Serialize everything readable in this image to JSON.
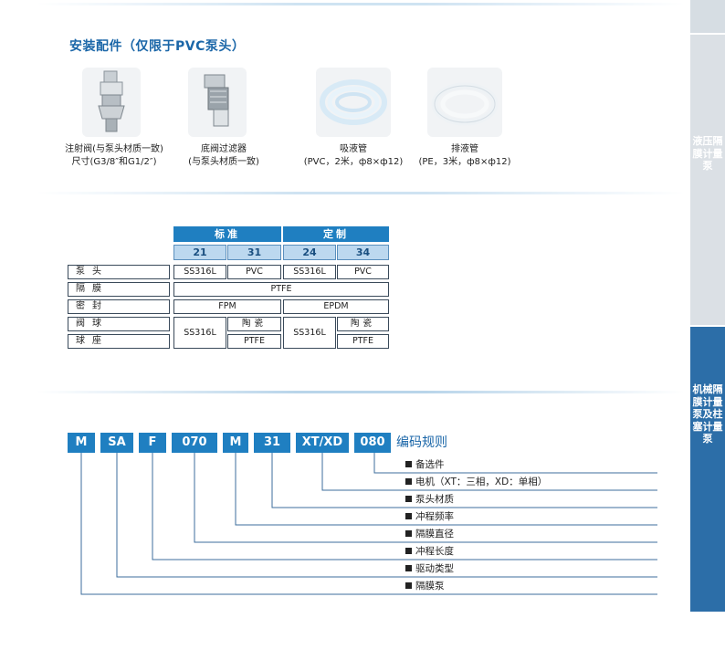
{
  "sidebar": {
    "upper_label": "液压隔膜计量泵",
    "lower_label": "机械隔膜计量泵及柱塞计量泵"
  },
  "accessories": {
    "title": "安装配件（仅限于PVC泵头）",
    "items": [
      {
        "line1": "注射阀(与泵头材质一致)",
        "line2": "尺寸(G3/8″和G1/2″)",
        "icon": "injection-valve-icon"
      },
      {
        "line1": "底阀过滤器",
        "line2": "(与泵头材质一致)",
        "icon": "foot-valve-filter-icon"
      },
      {
        "line1": "吸液管",
        "line2": "(PVC，2米，ф8×ф12)",
        "icon": "suction-tube-icon"
      },
      {
        "line1": "排液管",
        "line2": "(PE，3米，ф8×ф12)",
        "icon": "discharge-tube-icon"
      }
    ]
  },
  "spec_table": {
    "group_headers": [
      "标准",
      "定制"
    ],
    "codes": [
      "21",
      "31",
      "24",
      "34"
    ],
    "row_labels": [
      "泵头",
      "隔膜",
      "密封",
      "阀球",
      "球座"
    ],
    "pump_head": [
      "SS316L",
      "PVC",
      "SS316L",
      "PVC"
    ],
    "diaphragm": "PTFE",
    "seal": [
      "FPM",
      "EPDM"
    ],
    "ball_seat_shared": [
      "SS316L",
      "SS316L"
    ],
    "valve_ball": [
      "陶瓷",
      "陶瓷"
    ],
    "seat": [
      "PTFE",
      "PTFE"
    ]
  },
  "coding": {
    "title": "编码规则",
    "blocks": [
      "M",
      "SA",
      "F",
      "070",
      "M",
      "31",
      "XT/XD",
      "080"
    ],
    "legend": [
      "备选件",
      "电机（XT：三相，XD：单相）",
      "泵头材质",
      "冲程频率",
      "隔膜直径",
      "冲程长度",
      "驱动类型",
      "隔膜泵"
    ]
  },
  "colors": {
    "accent": "#1f7fc1",
    "title_blue": "#1a66a8",
    "sidebar_blue": "#2c6ea8",
    "sidebar_grey": "#dbe0e5"
  }
}
